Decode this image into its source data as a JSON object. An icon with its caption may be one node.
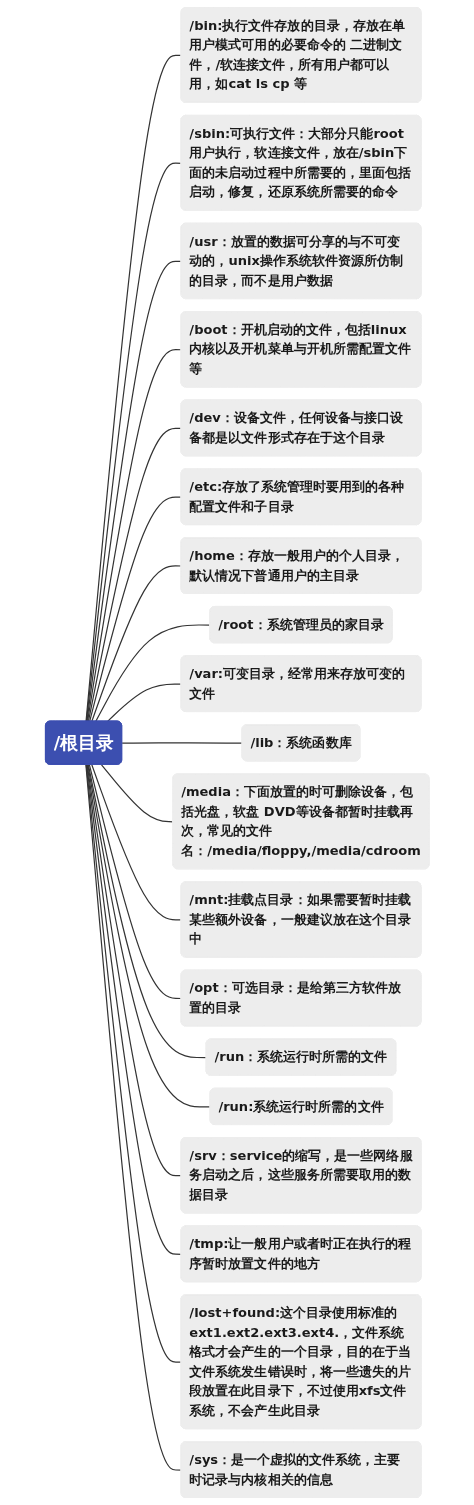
{
  "diagram": {
    "nodes": [
      {
        "text": [
          "/根目录"
        ]
      },
      {
        "text": [
          "/bin:执行文件存放的目录，存放在单用户模式可用的必要命令的 二进制文件，/软连接文件，所有用户都可以用，如cat ls cp 等"
        ]
      },
      {
        "text": [
          "/sbin:可执行文件：大部分只能root用户执行，软连接文件，放在/sbin下面的未启动过程中所需要的，里面包括启动，修复，还原系统所需要的命令"
        ]
      },
      {
        "text": [
          "/usr：放置的数据可分享的与不可变动的，unix操作系统软件资源所仿制的目录，而不是用户数据"
        ]
      },
      {
        "text": [
          "/boot：开机启动的文件，包括linux内核以及开机菜单与开机所需配置文件等"
        ]
      },
      {
        "text": [
          "/dev：设备文件，任何设备与接口设备都是以文件形式存在于这个目录"
        ]
      },
      {
        "text": [
          "/etc:存放了系统管理时要用到的各种配置文件和子目录"
        ]
      },
      {
        "text": [
          "/home：存放一般用户的个人目录，默认情况下普通用户的主目录"
        ]
      },
      {
        "text": [
          "/root：系统管理员的家目录"
        ]
      },
      {
        "text": [
          "/var:可变目录，经常用来存放可变的文件"
        ]
      },
      {
        "text": [
          "/lib：系统函数库"
        ]
      },
      {
        "text": [
          "/media：下面放置的时可删除设备，包括光盘，软盘 DVD等设备都暂时挂载再次，常见的文件名：/media/floppy,/media/cdroom"
        ]
      },
      {
        "text": [
          "/mnt:挂载点目录：如果需要暂时挂载某些额外设备，一般建议放在这个目录中"
        ]
      },
      {
        "text": [
          "/opt：可选目录：是给第三方软件放置的目录"
        ]
      },
      {
        "text": [
          "/run：系统运行时所需的文件"
        ]
      },
      {
        "text": [
          "/run:系统运行时所需的文件"
        ]
      },
      {
        "text": [
          "/srv：service的缩写，是一些网络服务启动之后，这些服务所需要取用的数据目录"
        ]
      },
      {
        "text": [
          "/tmp:让一般用户或者时正在执行的程序暂时放置文件的地方"
        ]
      },
      {
        "text": [
          "/lost+found:这个目录使用标准的ext1.ext2.ext3.ext4.，文件系统格式才会产生的一个目录，目的在于当文件系统发生错误时，将一些遗失的片段放置在此目录下，不过使用xfs文件系统，不会产生此目录"
        ]
      },
      {
        "text": [
          "/sys：是一个虚拟的文件系统，主要时记录与内核相关的信息"
        ]
      }
    ],
    "edges": [
      {
        "from": 0,
        "to": 1,
        "arrow": "none"
      },
      {
        "from": 0,
        "to": 2,
        "arrow": "none"
      },
      {
        "from": 0,
        "to": 3,
        "arrow": "none"
      },
      {
        "from": 0,
        "to": 4,
        "arrow": "none"
      },
      {
        "from": 0,
        "to": 5,
        "arrow": "none"
      },
      {
        "from": 0,
        "to": 6,
        "arrow": "none"
      },
      {
        "from": 0,
        "to": 7,
        "arrow": "none"
      },
      {
        "from": 0,
        "to": 8,
        "arrow": "none"
      },
      {
        "from": 0,
        "to": 9,
        "arrow": "none"
      },
      {
        "from": 0,
        "to": 10,
        "arrow": "none"
      },
      {
        "from": 0,
        "to": 11,
        "arrow": "none"
      },
      {
        "from": 0,
        "to": 12,
        "arrow": "none"
      },
      {
        "from": 0,
        "to": 13,
        "arrow": "none"
      },
      {
        "from": 0,
        "to": 14,
        "arrow": "none"
      },
      {
        "from": 0,
        "to": 15,
        "arrow": "none"
      },
      {
        "from": 0,
        "to": 16,
        "arrow": "none"
      },
      {
        "from": 0,
        "to": 17,
        "arrow": "none"
      },
      {
        "from": 0,
        "to": 18,
        "arrow": "none"
      },
      {
        "from": 0,
        "to": 19,
        "arrow": "none"
      }
    ]
  }
}
